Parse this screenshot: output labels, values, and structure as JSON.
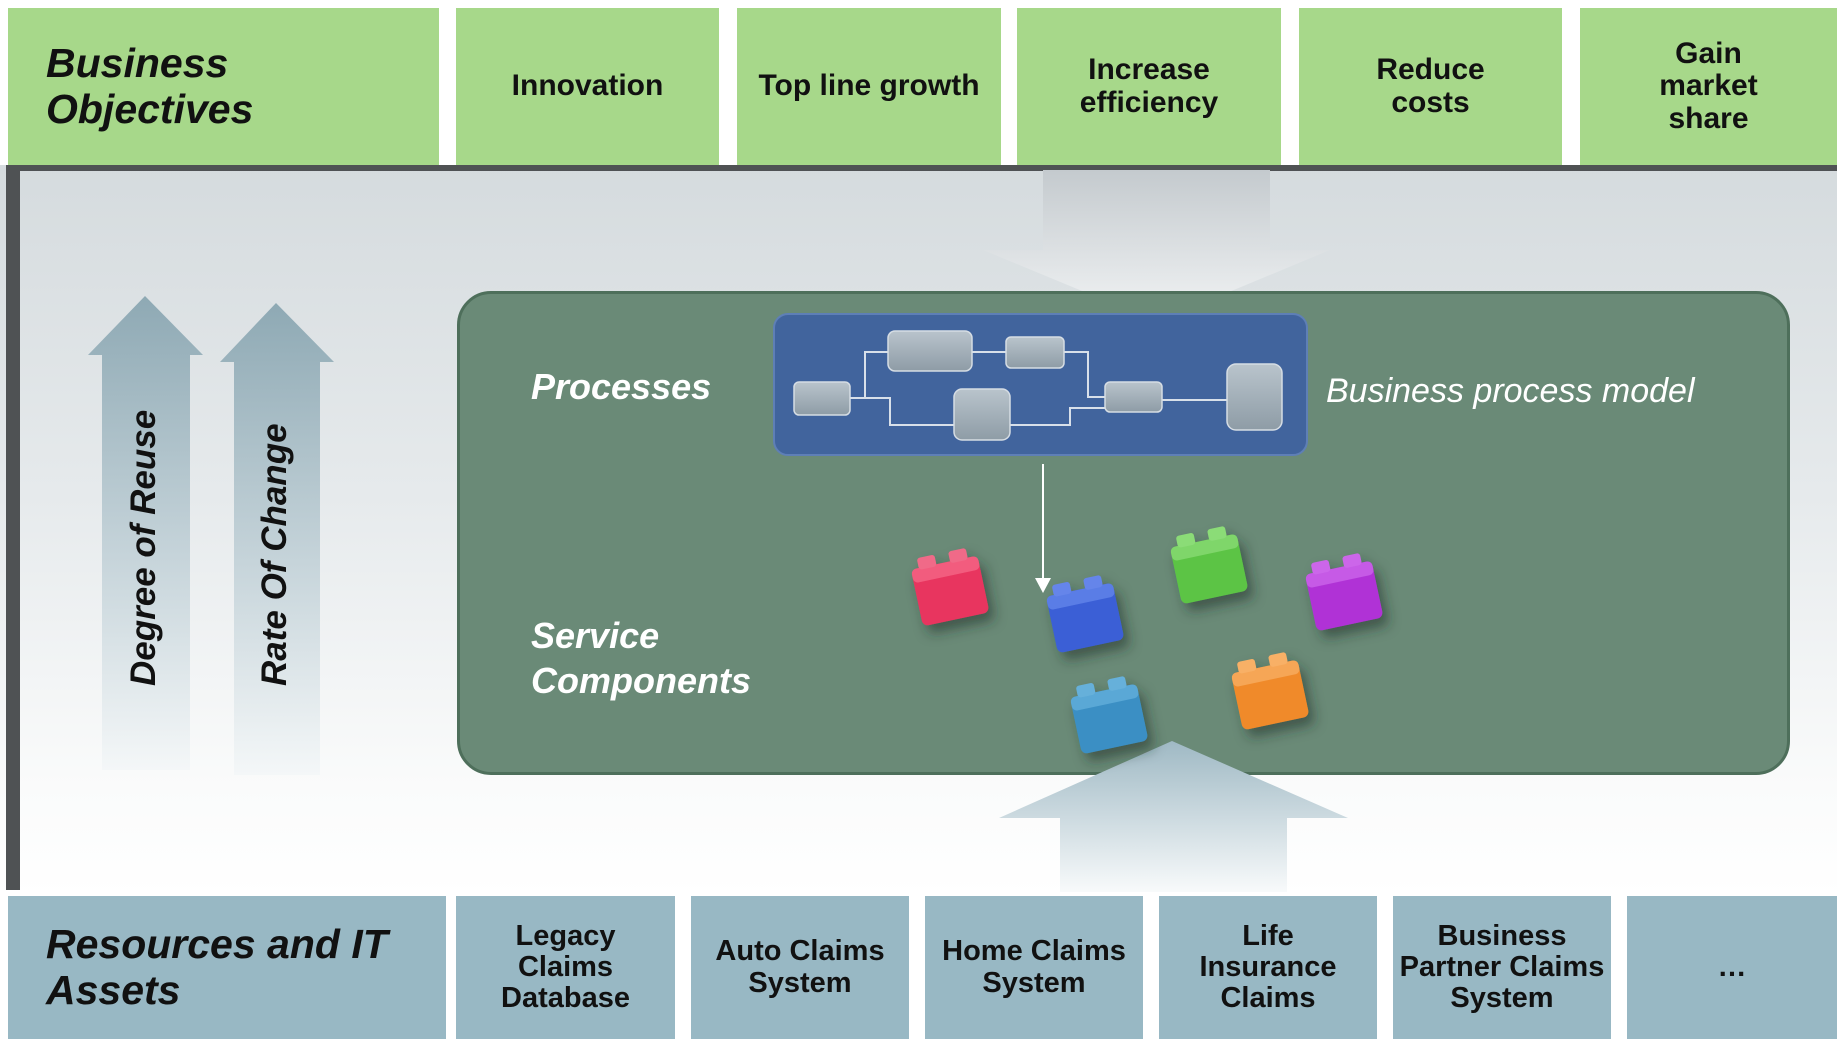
{
  "objectives": {
    "heading": "Business Objectives",
    "items": [
      "Innovation",
      "Top line growth",
      "Increase efficiency",
      "Reduce costs",
      "Gain market share"
    ]
  },
  "resources": {
    "heading": "Resources and IT Assets",
    "items": [
      "Legacy Claims Database",
      "Auto Claims System",
      "Home Claims System",
      "Life Insurance Claims",
      "Business Partner Claims System",
      "…"
    ]
  },
  "center": {
    "processes_label": "Processes",
    "components_label": "Service Components",
    "model_label": "Business process model"
  },
  "side_arrows": {
    "reuse_label": "Degree of Reuse",
    "change_label": "Rate Of Change"
  },
  "colors": {
    "objective_green": "#a7d88a",
    "resource_blue": "#98b8c4",
    "panel_green": "#6a8a77",
    "process_blue": "#41649d",
    "blocks": [
      "#e8345e",
      "#3a5fd6",
      "#5cc445",
      "#b033d6",
      "#3a8fc4",
      "#f08a2a"
    ]
  }
}
